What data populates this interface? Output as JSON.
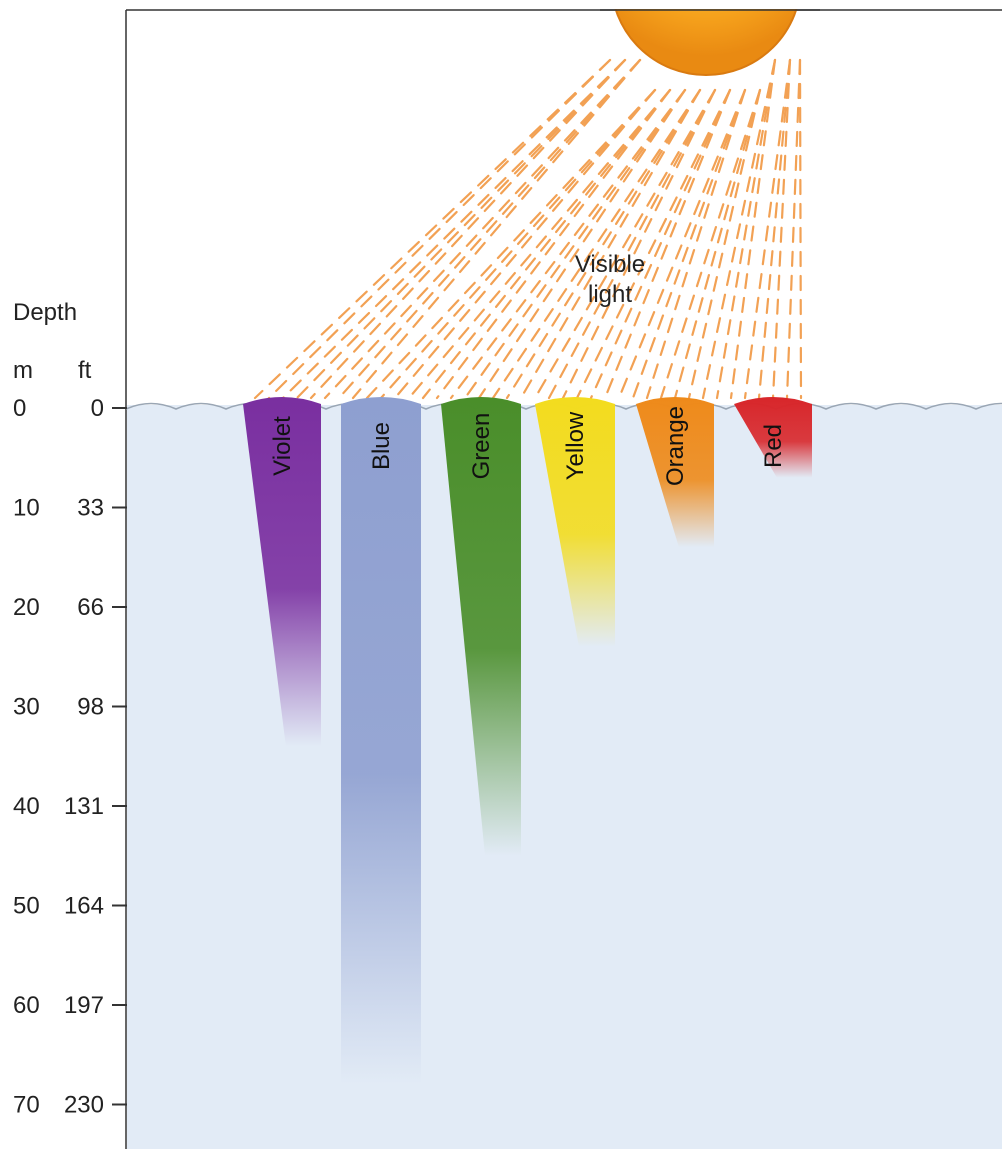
{
  "title_label_line1": "Visible",
  "title_label_line2": "light",
  "depth_heading": "Depth",
  "unit_m": "m",
  "unit_ft": "ft",
  "depth_rows": [
    {
      "m": "0",
      "ft": "0"
    },
    {
      "m": "10",
      "ft": "33"
    },
    {
      "m": "20",
      "ft": "66"
    },
    {
      "m": "30",
      "ft": "98"
    },
    {
      "m": "40",
      "ft": "131"
    },
    {
      "m": "50",
      "ft": "164"
    },
    {
      "m": "60",
      "ft": "197"
    },
    {
      "m": "70",
      "ft": "230"
    }
  ],
  "bands": [
    {
      "label": "Violet",
      "color": "#7a2fa0",
      "penetration_m": 34
    },
    {
      "label": "Blue",
      "color": "#8e9fd0",
      "penetration_m": 68
    },
    {
      "label": "Green",
      "color": "#4a8e2a",
      "penetration_m": 45
    },
    {
      "label": "Yellow",
      "color": "#f3dc1e",
      "penetration_m": 24
    },
    {
      "label": "Orange",
      "color": "#ee8a1a",
      "penetration_m": 14
    },
    {
      "label": "Red",
      "color": "#d8262a",
      "penetration_m": 7
    }
  ],
  "colors": {
    "water": "#e2ebf6",
    "sun": "#f7a21b",
    "rays": "#f2a154",
    "axis": "#333333"
  }
}
